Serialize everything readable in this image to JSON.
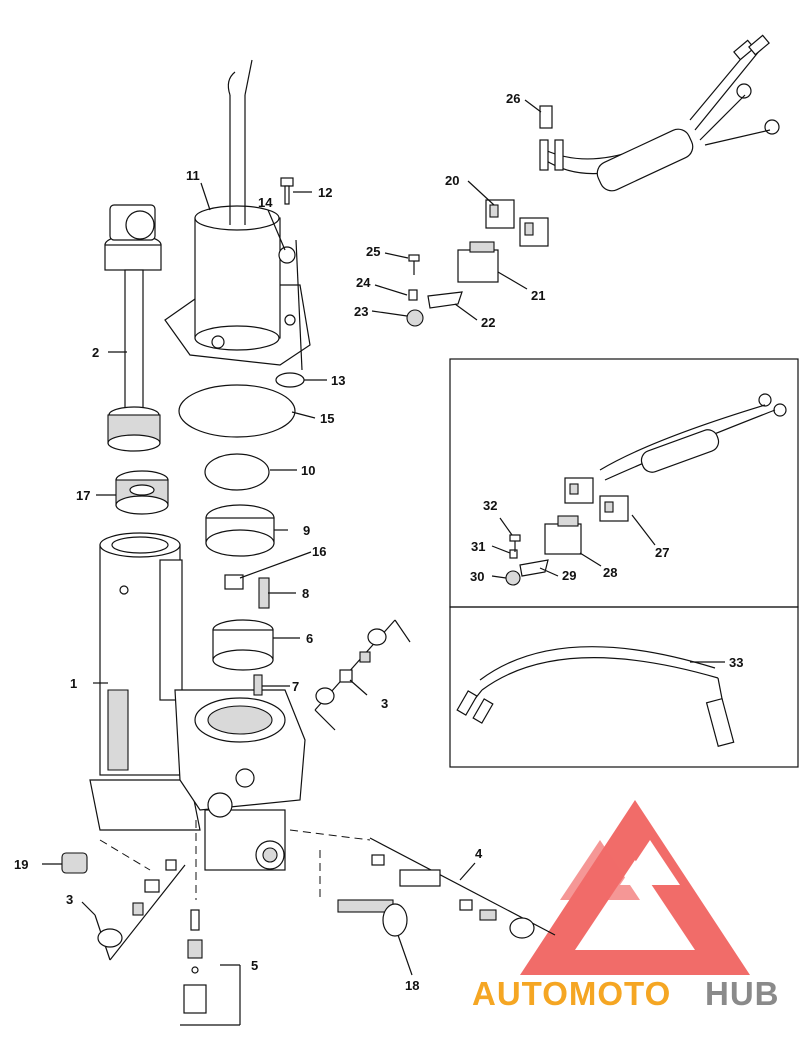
{
  "parts": [
    {
      "id": "1",
      "text": "1"
    },
    {
      "id": "2",
      "text": "2"
    },
    {
      "id": "3a",
      "text": "3"
    },
    {
      "id": "3b",
      "text": "3"
    },
    {
      "id": "4",
      "text": "4"
    },
    {
      "id": "5",
      "text": "5"
    },
    {
      "id": "6",
      "text": "6"
    },
    {
      "id": "7",
      "text": "7"
    },
    {
      "id": "8",
      "text": "8"
    },
    {
      "id": "9",
      "text": "9"
    },
    {
      "id": "10",
      "text": "10"
    },
    {
      "id": "11",
      "text": "11"
    },
    {
      "id": "12",
      "text": "12"
    },
    {
      "id": "13",
      "text": "13"
    },
    {
      "id": "14",
      "text": "14"
    },
    {
      "id": "15",
      "text": "15"
    },
    {
      "id": "16",
      "text": "16"
    },
    {
      "id": "17",
      "text": "17"
    },
    {
      "id": "18",
      "text": "18"
    },
    {
      "id": "19",
      "text": "19"
    },
    {
      "id": "20",
      "text": "20"
    },
    {
      "id": "21",
      "text": "21"
    },
    {
      "id": "22",
      "text": "22"
    },
    {
      "id": "23",
      "text": "23"
    },
    {
      "id": "24",
      "text": "24"
    },
    {
      "id": "25",
      "text": "25"
    },
    {
      "id": "26",
      "text": "26"
    },
    {
      "id": "27",
      "text": "27"
    },
    {
      "id": "28",
      "text": "28"
    },
    {
      "id": "29",
      "text": "29"
    },
    {
      "id": "30",
      "text": "30"
    },
    {
      "id": "31",
      "text": "31"
    },
    {
      "id": "32",
      "text": "32"
    },
    {
      "id": "33",
      "text": "33"
    }
  ],
  "watermark": {
    "brand_orange": "AUTOMOTO",
    "brand_gray": "HUB",
    "colors": {
      "orange": "#f5a623",
      "gray": "#8a8a8a",
      "logo": "#ef5350"
    }
  }
}
